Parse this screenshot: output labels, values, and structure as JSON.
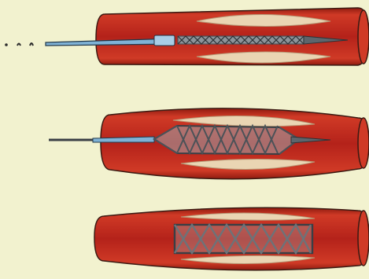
{
  "diagram": {
    "type": "stent-deployment-sequence",
    "steps": [
      {
        "stage": "catheter-with-crimped-stent-inserted"
      },
      {
        "stage": "stent-partially-expanded"
      },
      {
        "stage": "stent-expanded-catheter-removed"
      }
    ]
  },
  "colors": {
    "background": "#f2f2cf",
    "vessel_wall": "#c9301e",
    "vessel_dark": "#8f1b10",
    "lumen": "#b4221a",
    "plaque": "#ead5b3",
    "stent": "#9aa2a8",
    "stent_dark": "#4b5258",
    "catheter": "#7fb2d6",
    "guidewire": "#3a3f45"
  }
}
